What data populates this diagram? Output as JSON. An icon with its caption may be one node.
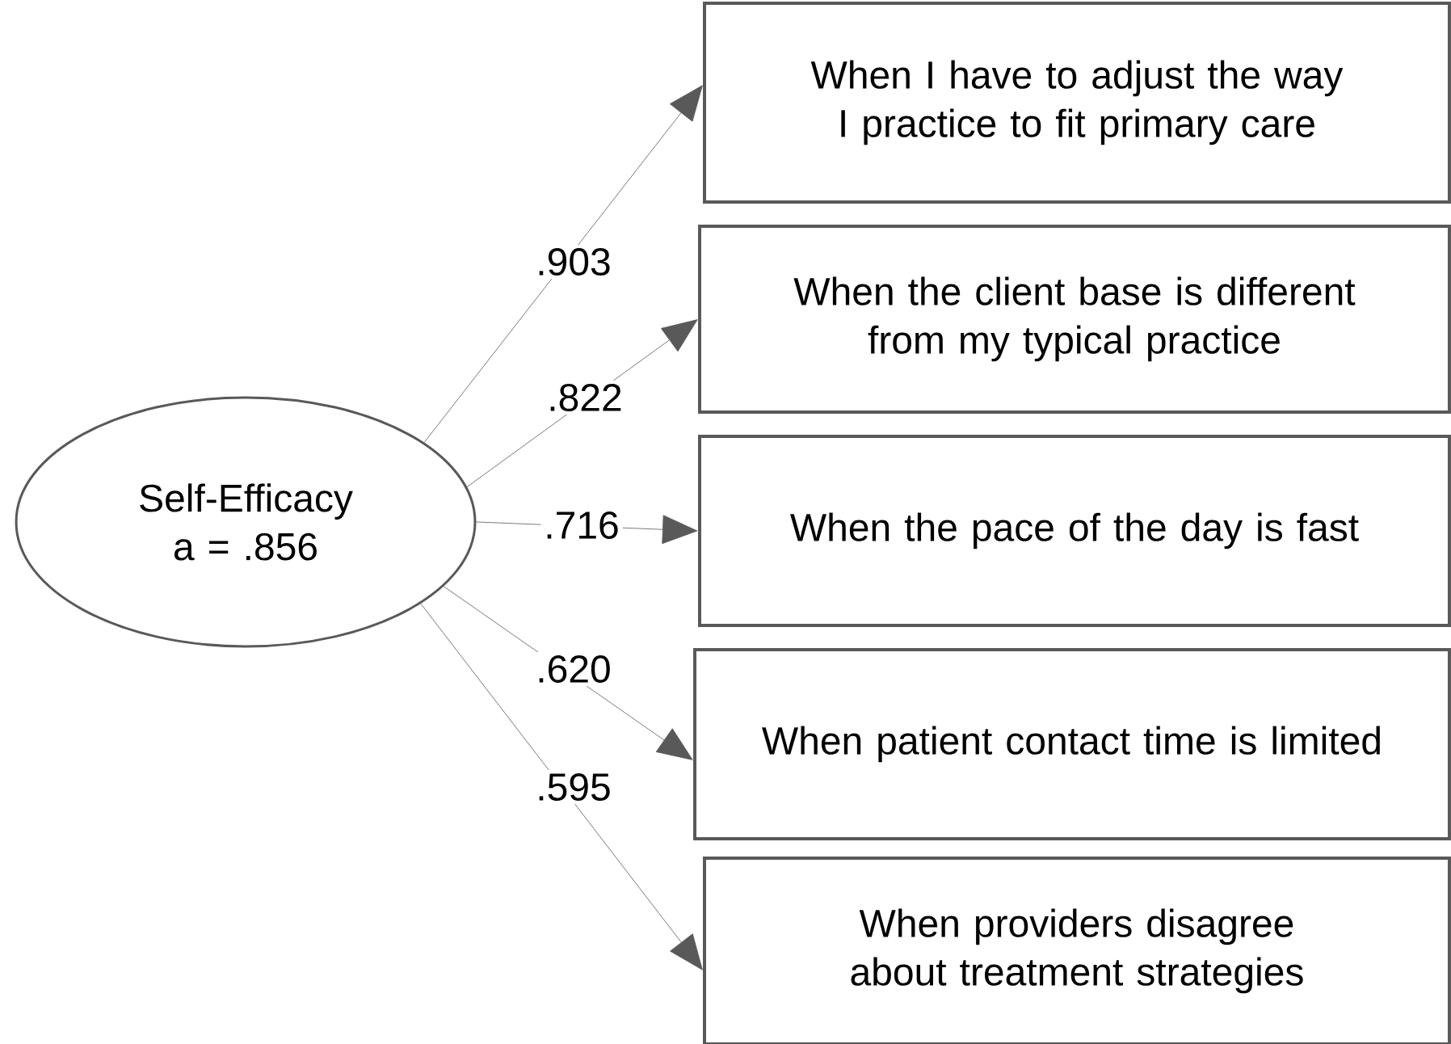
{
  "diagram": {
    "nodes": [
      {
        "text": [
          "Self-Efficacy a = .856"
        ]
      },
      {
        "text": [
          "When I have to adjust the way I practice to fit primary care"
        ]
      },
      {
        "text": [
          "When the client base is different from my typical practice"
        ]
      },
      {
        "text": [
          "When the pace of the day is fast"
        ]
      },
      {
        "text": [
          "When patient contact time is limited"
        ]
      },
      {
        "text": [
          "When providers disagree about treatment strategies"
        ]
      }
    ],
    "edges": [
      {
        "from": 0,
        "to": 1,
        "arrow": "to",
        "label": ".903"
      },
      {
        "from": 0,
        "to": 2,
        "arrow": "to",
        "label": ".822"
      },
      {
        "from": 0,
        "to": 3,
        "arrow": "to",
        "label": ".716"
      },
      {
        "from": 0,
        "to": 4,
        "arrow": "to",
        "label": ".620"
      },
      {
        "from": 0,
        "to": 5,
        "arrow": "to",
        "label": ".595"
      }
    ]
  }
}
